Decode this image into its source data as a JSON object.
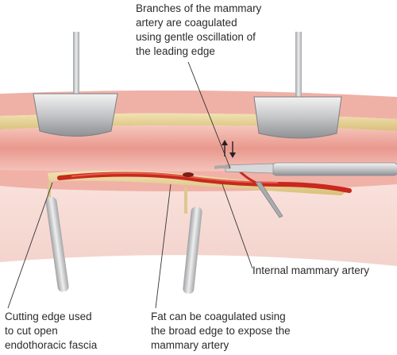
{
  "annotations": {
    "branches_coagulated": [
      "Branches of the mammary",
      "artery are coagulated",
      "using gentle oscillation of",
      "the leading edge"
    ],
    "internal_mammary_artery": [
      "Internal mammary artery"
    ],
    "cutting_edge": [
      "Cutting edge used",
      "to cut open",
      "endothoracic fascia"
    ],
    "fat_coagulated": [
      "Fat can be coagulated using",
      "the broad edge to expose the",
      "mammary artery"
    ]
  },
  "colors": {
    "tissue_pink": "#e88f86",
    "fat_yellow": "#e9d49a",
    "artery_red": "#c8281d",
    "instrument_gray": "#c9cacc"
  },
  "icons": {
    "movement_arrows": "up-down-arrows-icon"
  }
}
